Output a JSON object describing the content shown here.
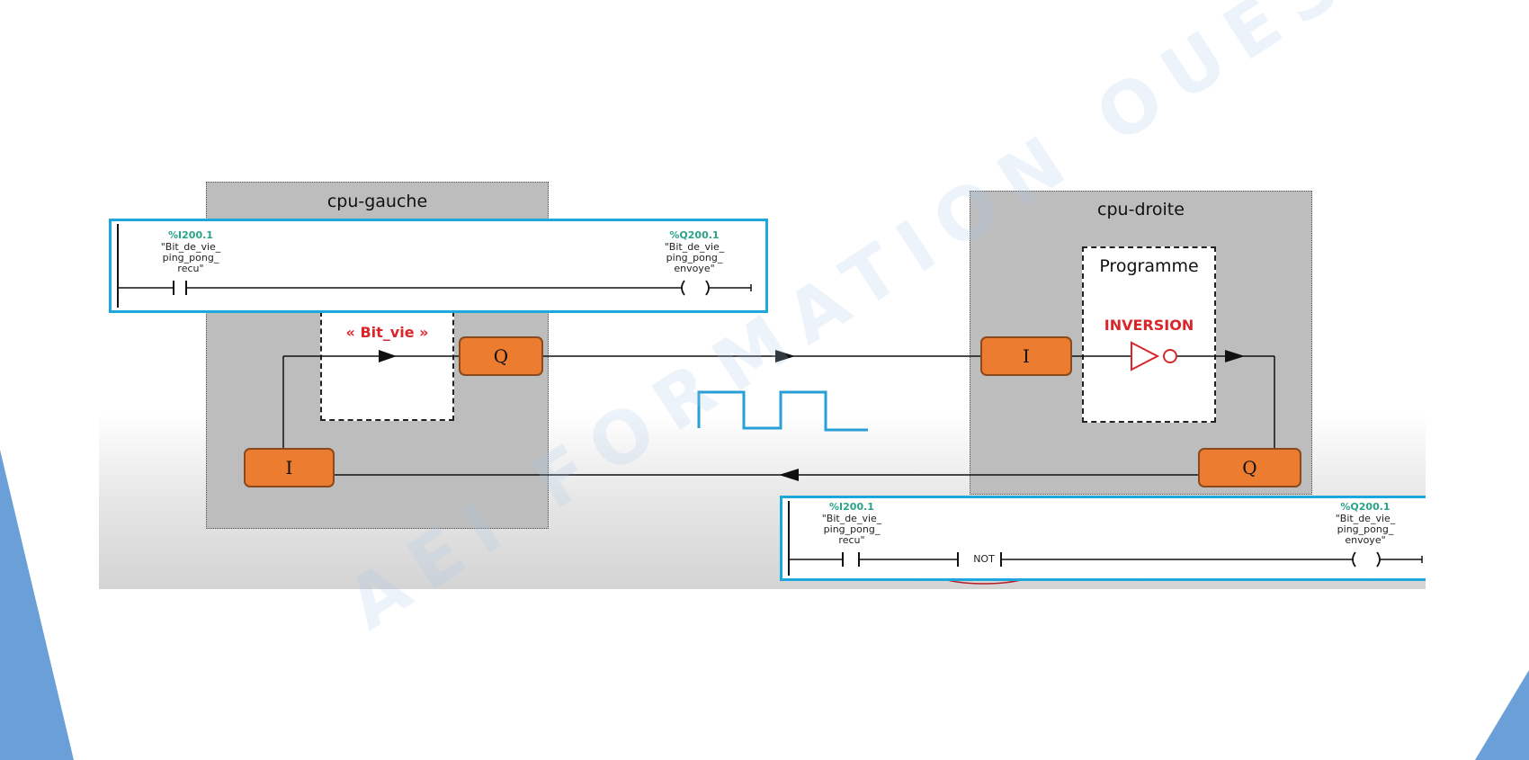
{
  "slide": {
    "accent_color": "#1ea7dc",
    "box_color": "#bdbdbd",
    "io_color": "#ec7c30",
    "red_color": "#d9262b",
    "watermark": "AEI FORMATION OUEST"
  },
  "cpu_left": {
    "title": "cpu-gauche",
    "program_label": "« Bit_vie »",
    "output_label": "Q",
    "input_label": "I"
  },
  "cpu_right": {
    "title": "cpu-droite",
    "program_label": "Programme",
    "inversion_label": "INVERSION",
    "input_label": "I",
    "output_label": "Q"
  },
  "ladder_top": {
    "contact_address": "%I200.1",
    "contact_name_lines": [
      "\"Bit_de_vie_",
      "ping_pong_",
      "recu\""
    ],
    "coil_address": "%Q200.1",
    "coil_name_lines": [
      "\"Bit_de_vie_",
      "ping_pong_",
      "envoye\""
    ]
  },
  "ladder_bottom": {
    "contact_address": "%I200.1",
    "contact_name_lines": [
      "\"Bit_de_vie_",
      "ping_pong_",
      "recu\""
    ],
    "not_label": "NOT",
    "coil_address": "%Q200.1",
    "coil_name_lines": [
      "\"Bit_de_vie_",
      "ping_pong_",
      "envoye\""
    ]
  }
}
